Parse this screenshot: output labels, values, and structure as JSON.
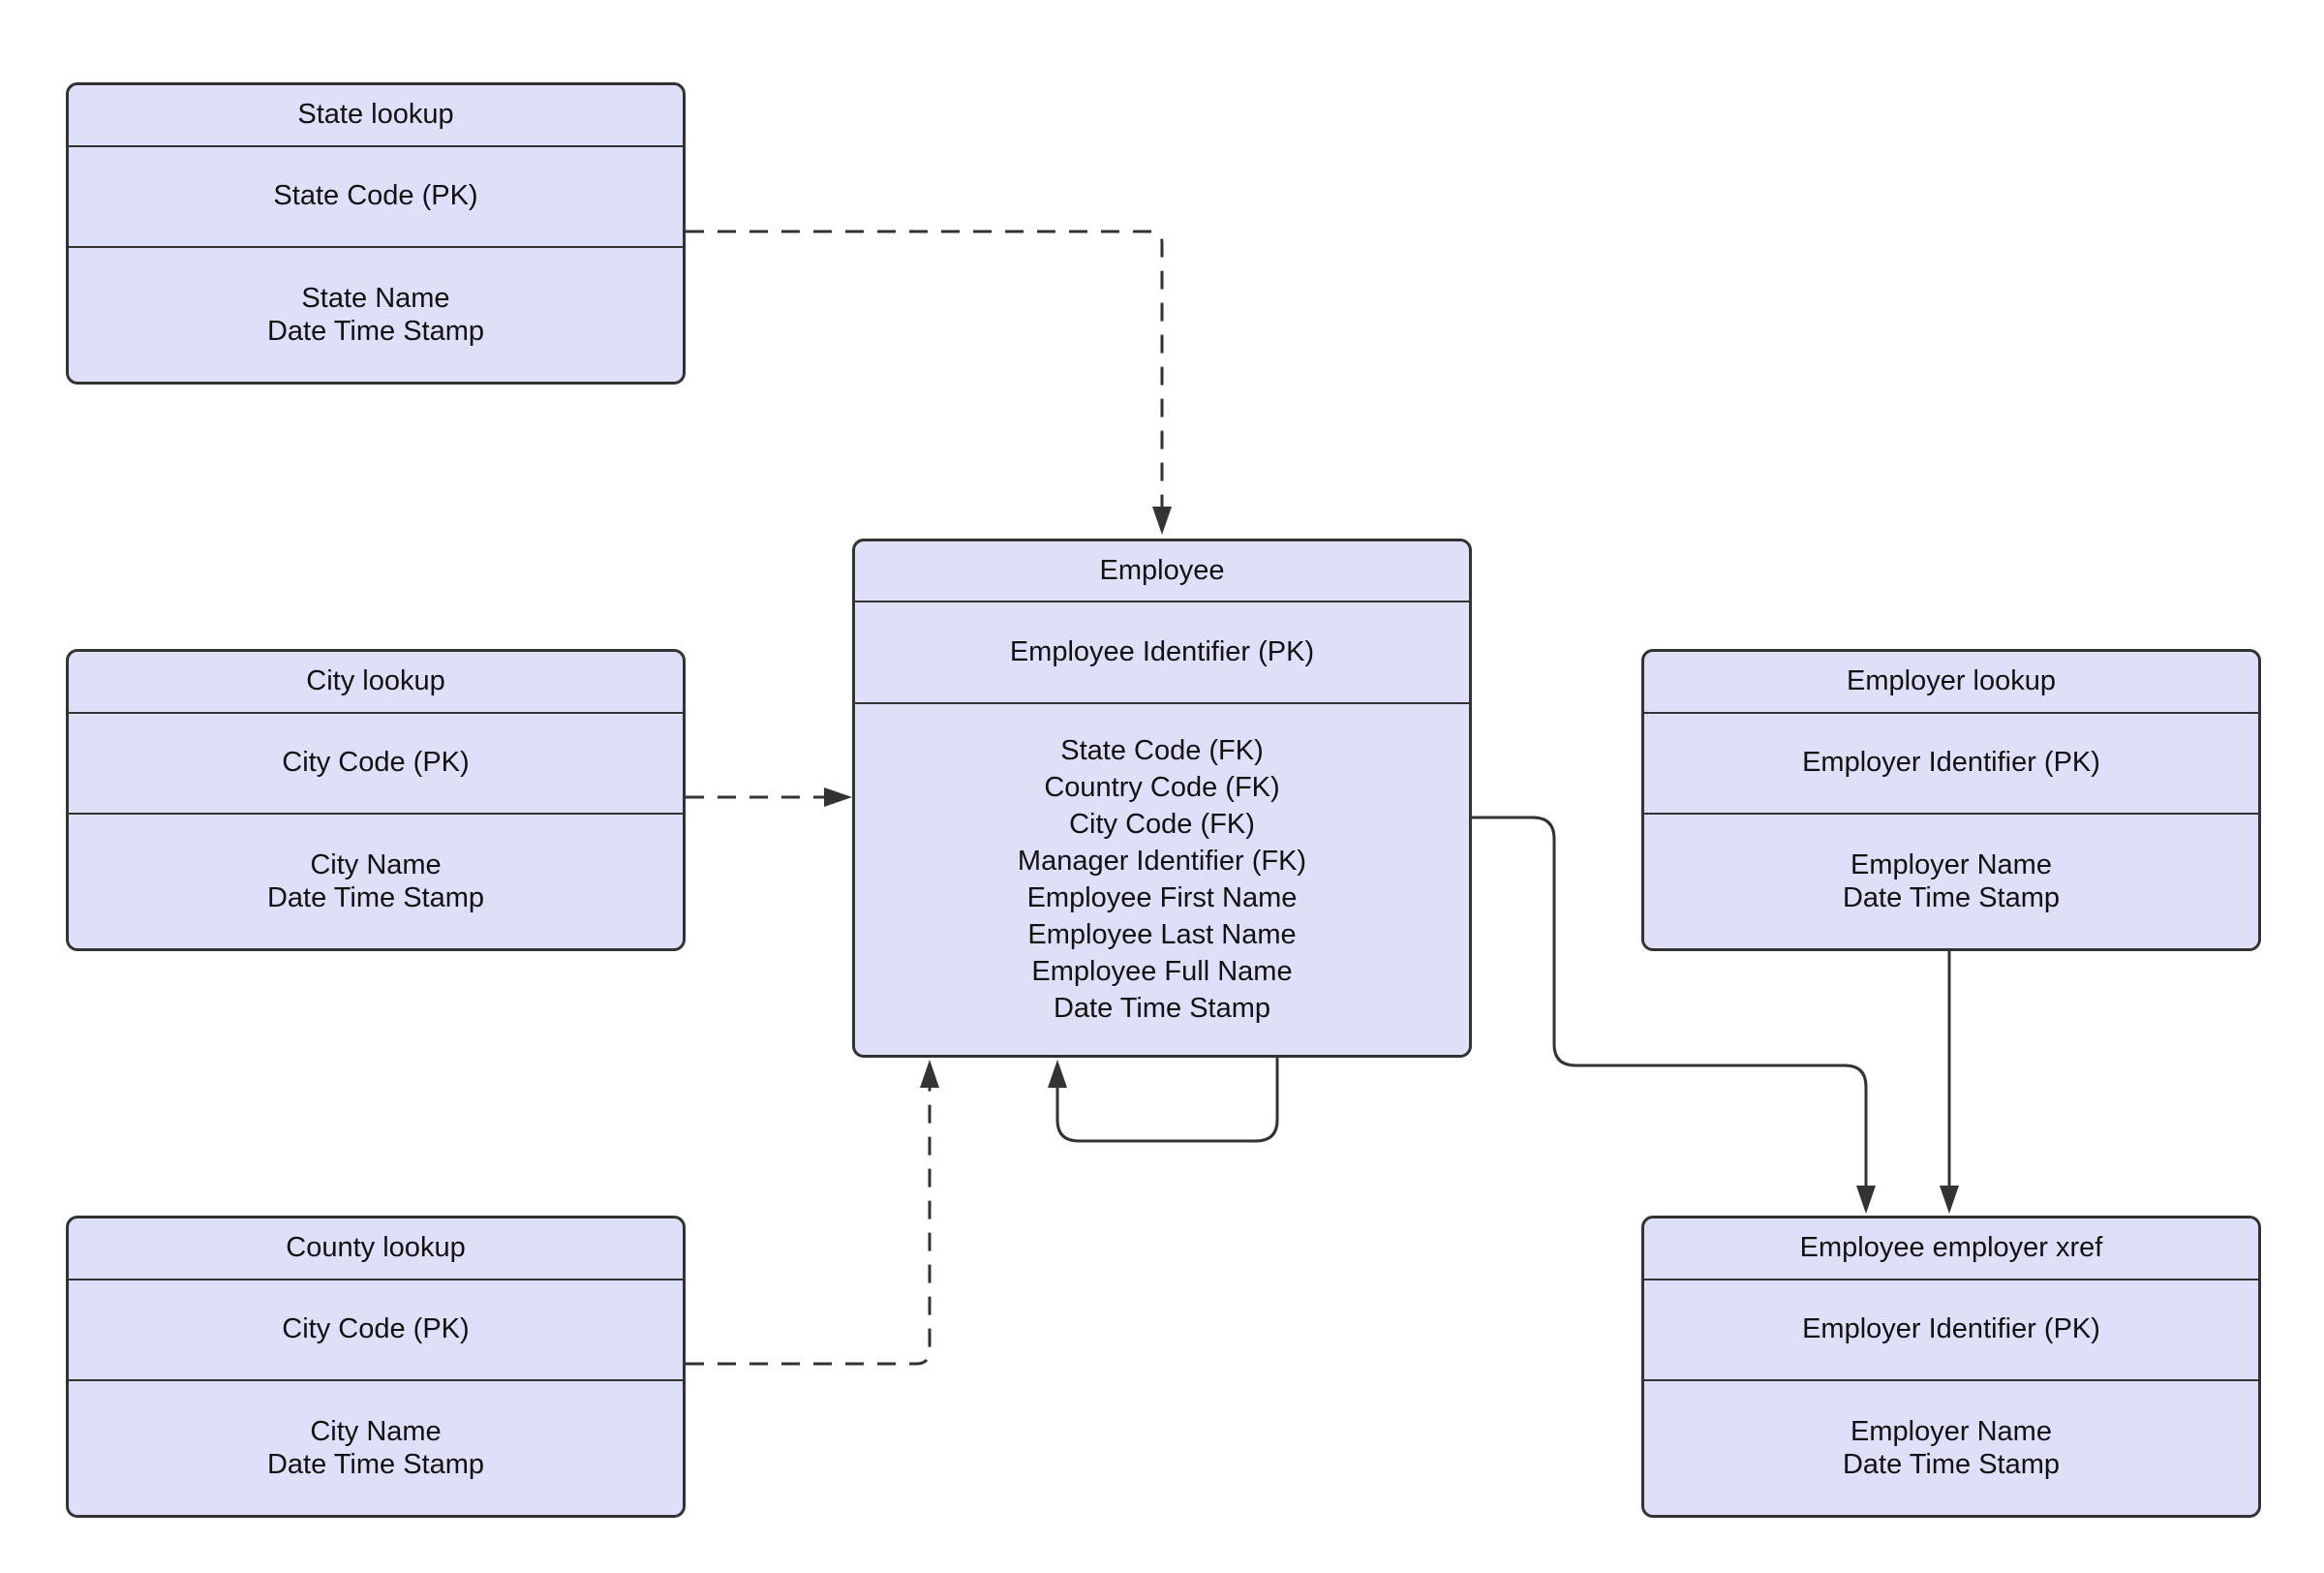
{
  "diagram": {
    "type": "entity-relationship-diagram",
    "colors": {
      "entity_fill": "#dee0fa",
      "entity_border": "#333333",
      "connector": "#333333",
      "text": "#111111",
      "background": "#ffffff"
    }
  },
  "entities": {
    "state_lookup": {
      "title": "State lookup",
      "primary_key": "State Code (PK)",
      "attributes": [
        "State Name",
        "Date Time Stamp"
      ]
    },
    "city_lookup": {
      "title": "City lookup",
      "primary_key": "City Code (PK)",
      "attributes": [
        "City Name",
        "Date Time Stamp"
      ]
    },
    "county_lookup": {
      "title": "County lookup",
      "primary_key": "City Code (PK)",
      "attributes": [
        "City Name",
        "Date Time Stamp"
      ]
    },
    "employee": {
      "title": "Employee",
      "primary_key": "Employee Identifier (PK)",
      "attributes": [
        "State Code (FK)",
        "Country Code (FK)",
        "City Code (FK)",
        "Manager Identifier (FK)",
        "Employee First Name",
        "Employee Last Name",
        "Employee Full Name",
        "Date Time Stamp"
      ]
    },
    "employer_lookup": {
      "title": "Employer lookup",
      "primary_key": "Employer Identifier (PK)",
      "attributes": [
        "Employer Name",
        "Date Time Stamp"
      ]
    },
    "employee_employer_xref": {
      "title": "Employee employer xref",
      "primary_key": "Employer Identifier (PK)",
      "attributes": [
        "Employer Name",
        "Date Time Stamp"
      ]
    }
  },
  "connections": [
    {
      "from": "State lookup",
      "to": "Employee",
      "style": "dashed",
      "arrow_at": "target"
    },
    {
      "from": "City lookup",
      "to": "Employee",
      "style": "dashed",
      "arrow_at": "target"
    },
    {
      "from": "County lookup",
      "to": "Employee",
      "style": "dashed",
      "arrow_at": "target"
    },
    {
      "from": "Employee",
      "to": "Employee",
      "style": "solid",
      "arrow_at": "target"
    },
    {
      "from": "Employee",
      "to": "Employee employer xref",
      "style": "solid",
      "arrow_at": "target"
    },
    {
      "from": "Employer lookup",
      "to": "Employee employer xref",
      "style": "solid",
      "arrow_at": "target"
    }
  ]
}
